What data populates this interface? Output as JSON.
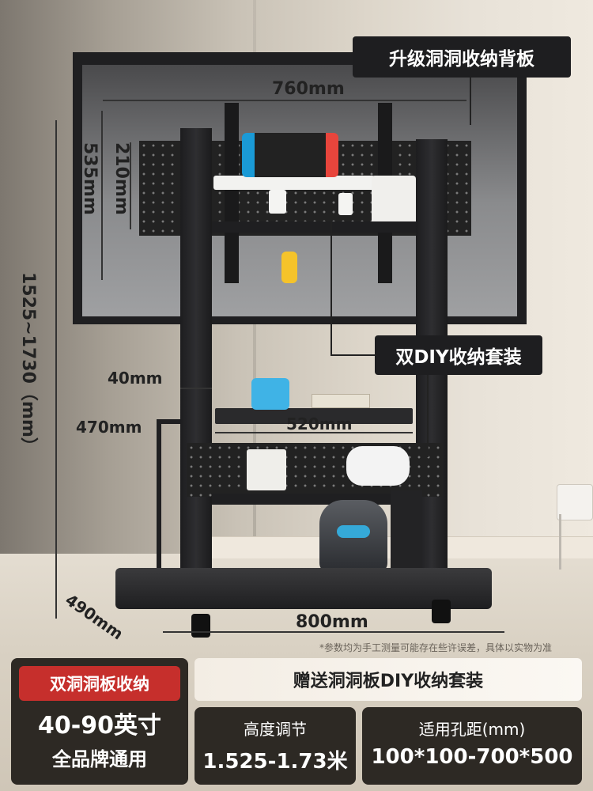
{
  "callouts": {
    "top_label": "升级洞洞收纳背板",
    "mid_label": "双DIY收纳套装"
  },
  "dimensions": {
    "tv_width": "760mm",
    "height_range": "1525~1730（mm）",
    "outer_height": "535mm",
    "inner_height": "210mm",
    "pole_width": "40mm",
    "shelf_depth": "470mm",
    "shelf_width": "520mm",
    "base_depth": "490mm",
    "base_width": "800mm"
  },
  "note": "*参数均为手工测量可能存在些许误差，具体以实物为准",
  "footer": {
    "badge": "双洞洞板收纳",
    "size": "40-90英寸",
    "brand": "全品牌通用",
    "gift": "赠送洞洞板DIY收纳套装",
    "height_title": "高度调节",
    "height_value": "1.525-1.73米",
    "hole_title": "适用孔距(mm)",
    "hole_value": "100*100-700*500"
  },
  "colors": {
    "badge_red": "#c62f2c",
    "panel_dark": "#2d2924",
    "stand_black": "#1f1f21"
  }
}
